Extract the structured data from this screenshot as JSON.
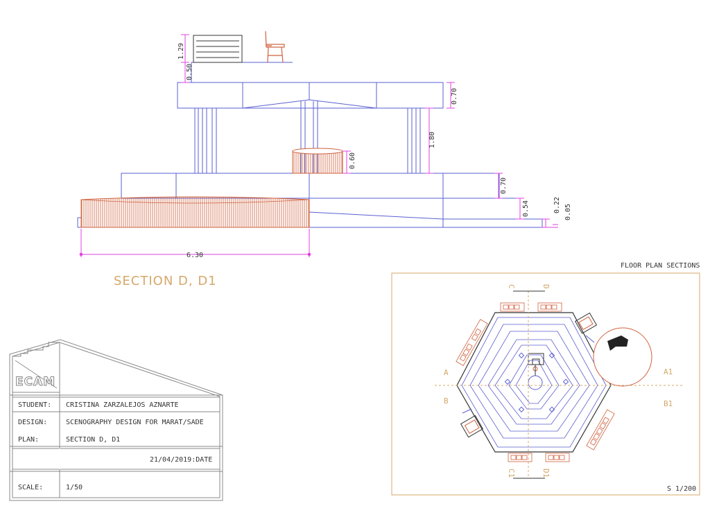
{
  "section": {
    "title": "SECTION D, D1",
    "dimensions": {
      "d_129": "1.29",
      "d_050": "0.50",
      "d_070_top": "0.70",
      "d_180": "1.80",
      "d_060": "0.60",
      "d_070_mid": "0.70",
      "d_054": "0.54",
      "d_022": "0.22",
      "d_005": "0.05",
      "d_630": "6.30"
    }
  },
  "floor_plan": {
    "header": "FLOOR PLAN SECTIONS",
    "scale": "S 1/200",
    "labels": {
      "a": "A",
      "a1": "A1",
      "b": "B",
      "b1": "B1",
      "c_top": "C",
      "d_top": "D",
      "c1_bottom": "C1",
      "d1_bottom": "D1"
    }
  },
  "title_block": {
    "logo": "ECAM",
    "student_label": "STUDENT:",
    "student_value": "CRISTINA ZARZALEJOS AZNARTE",
    "design_label": "DESIGN:",
    "design_value": "SCENOGRAPHY DESIGN FOR MARAT/SADE",
    "plan_label": "PLAN:",
    "plan_value": "SECTION D, D1",
    "date": "21/04/2019:DATE",
    "scale_label": "SCALE:",
    "scale_value": "1/50"
  },
  "colors": {
    "structure": "#5a5fd0",
    "furniture": "#d0603c",
    "dimension": "#e040e0",
    "annotation": "#d4a86a",
    "frame": "#888888"
  }
}
